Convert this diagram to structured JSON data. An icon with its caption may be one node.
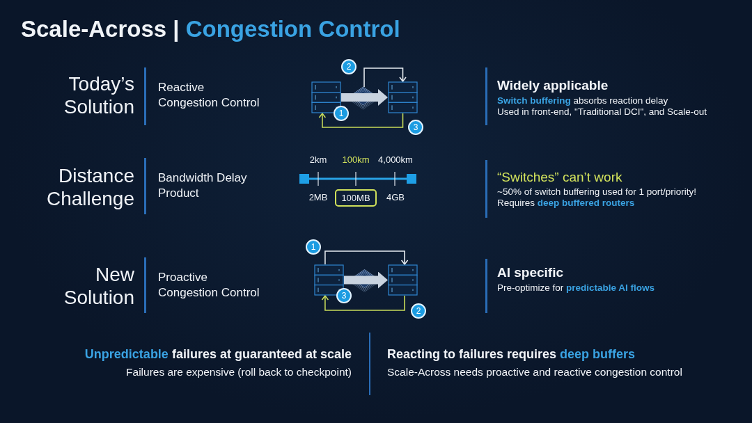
{
  "diagram": {
    "title": "Scale-Across | **Congestion Control**",
    "nodes": [
      {
        "text": [
          "2"
        ]
      },
      {
        "text": [],
        "shape": "picture"
      },
      {
        "text": [
          "1"
        ]
      },
      {
        "text": [],
        "shape": "picture"
      },
      {
        "text": [
          "3"
        ]
      },
      {
        "text": [
          "100MB"
        ]
      },
      {
        "text": [
          "1"
        ]
      },
      {
        "text": [],
        "shape": "picture"
      },
      {
        "text": [
          "3"
        ]
      },
      {
        "text": [],
        "shape": "picture"
      },
      {
        "text": [
          "2"
        ]
      }
    ],
    "edges": [
      {
        "from": 1,
        "to": 3,
        "arrow": "to",
        "style": "thick"
      },
      {
        "from": null,
        "to": 3,
        "arrow": "to"
      },
      {
        "from": 3,
        "to": 1,
        "arrow": "to",
        "color": "#c8dc5a"
      },
      {
        "from": 7,
        "to": 9,
        "arrow": "to",
        "style": "thick"
      },
      {
        "from": 7,
        "to": 9,
        "arrow": "to"
      },
      {
        "from": 9,
        "to": 7,
        "arrow": "to",
        "color": "#c8dc5a"
      }
    ],
    "labels": [
      "Today’s Solution",
      "Reactive Congestion Control",
      "Widely applicable",
      "**Switch buffering** absorbs reaction delay",
      "Used in front-end, \"Traditional DCI\", and Scale-out",
      "Distance Challenge",
      "Bandwidth Delay Product",
      "2km",
      "100km",
      "4,000km",
      "2MB",
      "4GB",
      "“Switches” can’t work",
      "~50% of switch buffering used for 1 port/priority!",
      "Requires **deep buffered routers**",
      "New Solution",
      "Proactive Congestion Control",
      "AI specific",
      "Pre-optimize for **predictable AI flows**",
      "**Unpredictable** failures at guaranteed at scale",
      "Failures are expensive (roll back to checkpoint)",
      "Reacting to failures requires **deep buffers**",
      "Scale-Across needs proactive and reactive congestion control"
    ]
  }
}
